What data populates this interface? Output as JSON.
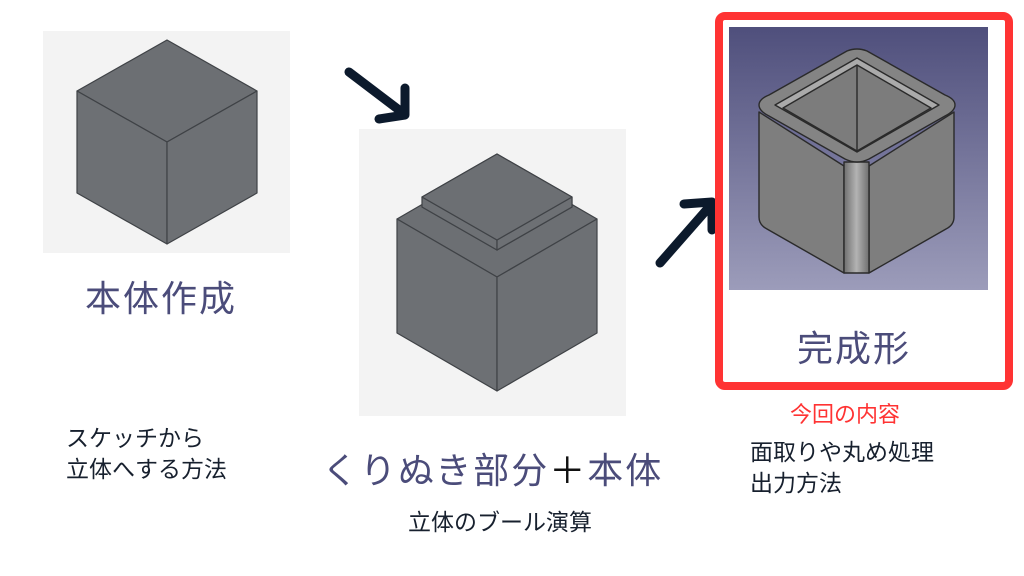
{
  "steps": [
    {
      "title": "本体作成",
      "description_lines": [
        "スケッチから",
        "立体へする方法"
      ]
    },
    {
      "title_part1": "くりぬき部分",
      "title_plus": "＋",
      "title_part2": "本体",
      "description": "立体のブール演算"
    },
    {
      "title": "完成形",
      "highlight_note": "今回の内容",
      "description_lines": [
        "面取りや丸め処理",
        "出力方法"
      ]
    }
  ],
  "colors": {
    "title": "#4b4c7a",
    "highlight": "#ff3333",
    "arrow": "#0c1a2c",
    "solid_fill": "#6d7074",
    "render_bg_top": "#4f4f7c",
    "render_bg_bottom": "#9c9cba"
  },
  "icons": [
    "arrow-down-right-icon",
    "arrow-up-right-icon"
  ]
}
